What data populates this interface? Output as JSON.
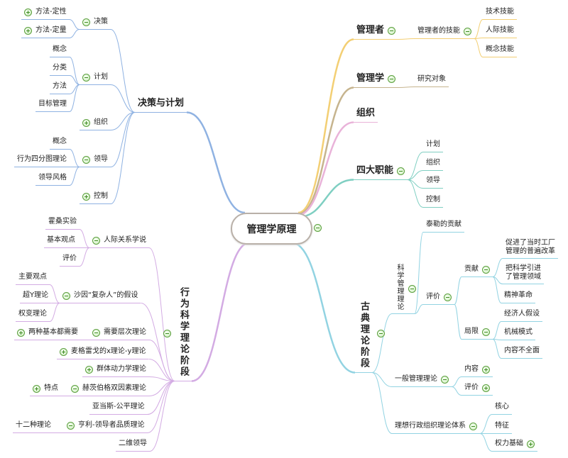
{
  "root": {
    "label": "管理学原理"
  },
  "manager": {
    "label": "管理者",
    "skills": {
      "label": "管理者的技能",
      "items": [
        "技术技能",
        "人际技能",
        "概念技能"
      ]
    }
  },
  "management_science": {
    "label": "管理学",
    "items": [
      "研究对象"
    ]
  },
  "organization": {
    "label": "组织"
  },
  "four_functions": {
    "label": "四大职能",
    "items": [
      "计划",
      "组织",
      "领导",
      "控制"
    ]
  },
  "classical": {
    "label": "古典理论阶段",
    "scientific": {
      "label": "科学管理理论",
      "taylor": "泰勒的贡献",
      "evaluation": {
        "label": "评价",
        "contribution": {
          "label": "贡献",
          "items": [
            "促进了当时工厂\n管理的普遍改革",
            "把科学引进\n了管理领域",
            "精神革命"
          ]
        },
        "limitation": {
          "label": "局限",
          "items": [
            "经济人假设",
            "机械模式",
            "内容不全面"
          ]
        }
      }
    },
    "general": {
      "label": "一般管理理论",
      "items": [
        "内容",
        "评价"
      ]
    },
    "bureaucracy": {
      "label": "理想行政组织理论体系",
      "items": [
        "核心",
        "特征",
        "权力基础"
      ]
    }
  },
  "decision_planning": {
    "label": "决策与计划",
    "decision": {
      "label": "决策",
      "items": [
        "方法-定性",
        "方法-定量"
      ]
    },
    "planning": {
      "label": "计划",
      "items": [
        "概念",
        "分类",
        "方法",
        "目标管理"
      ]
    },
    "organizing": {
      "label": "组织"
    },
    "leading": {
      "label": "领导",
      "items": [
        "概念",
        "行为四分图理论",
        "领导风格"
      ]
    },
    "controlling": {
      "label": "控制"
    }
  },
  "behavioral": {
    "label": "行为科学理论阶段",
    "human_relations": {
      "label": "人际关系学说",
      "items": [
        "霍桑实验",
        "基本观点",
        "评价"
      ]
    },
    "schein": {
      "label": "沙因“复杂人”的假设",
      "items": [
        "主要观点",
        "超Y理论",
        "权变理论"
      ]
    },
    "maslow": {
      "label": "需要层次理论",
      "items": [
        "两种基本都需要"
      ]
    },
    "mcgregor": {
      "label": "麦格雷戈的x理论-y理论"
    },
    "group_dynamics": {
      "label": "群体动力学理论"
    },
    "herzberg": {
      "label": "赫茨伯格双因素理论",
      "items": [
        "特点"
      ]
    },
    "adams": {
      "label": "亚当斯-公平理论"
    },
    "henry": {
      "label": "亨利-领导者品质理论",
      "items": [
        "十二种理论"
      ]
    },
    "two_dim": {
      "label": "二维领导"
    }
  },
  "colors": {
    "manager": "#f3cf74",
    "management_science": "#c6b48e",
    "organization": "#e9b3d9",
    "four_functions": "#7fcfc2",
    "classical": "#92d3e2",
    "decision_planning": "#8fb2e2",
    "behavioral": "#d3abe3"
  }
}
